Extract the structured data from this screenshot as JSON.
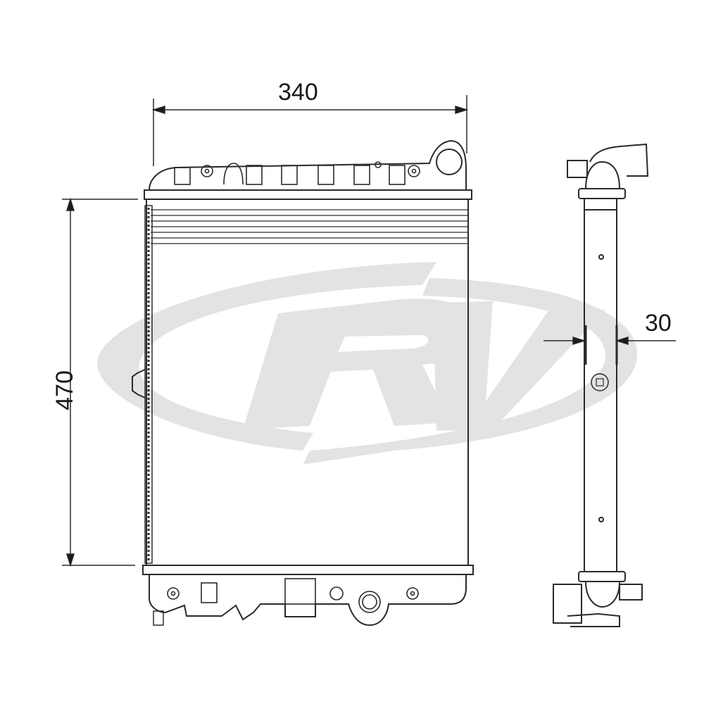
{
  "diagram": {
    "type": "technical-drawing",
    "subject": "radiator",
    "watermark": {
      "text": "RV",
      "color": "#e3e3e3"
    },
    "colors": {
      "line": "#2a2a2a",
      "background": "#ffffff"
    },
    "dimensions": {
      "width": "340",
      "height": "470",
      "depth": "30"
    },
    "views": [
      {
        "name": "front-view"
      },
      {
        "name": "side-view"
      }
    ]
  }
}
